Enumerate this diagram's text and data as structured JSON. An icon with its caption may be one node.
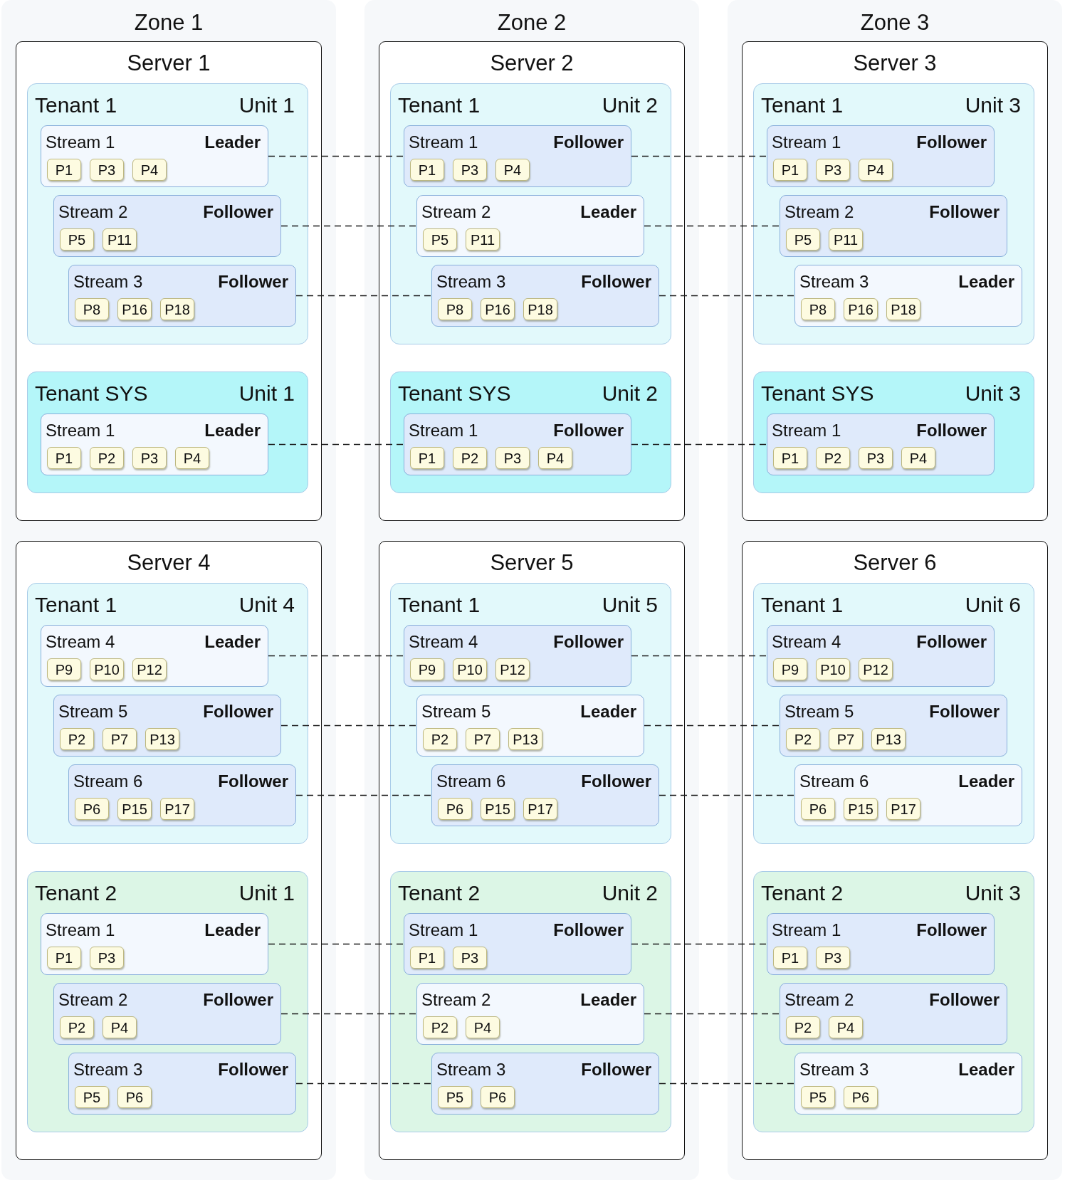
{
  "diagram": {
    "nodes": [
      {
        "text": [
          "Zone 1"
        ]
      },
      {
        "text": [
          "Server 1"
        ],
        "in": 0
      },
      {
        "text": [
          "Tenant 1",
          "Unit 1"
        ],
        "in": 1
      },
      {
        "text": [
          "Stream 1",
          "Leader"
        ],
        "in": 2
      },
      {
        "text": [
          "P1"
        ],
        "in": 3
      },
      {
        "text": [
          "P3"
        ],
        "in": 3
      },
      {
        "text": [
          "P4"
        ],
        "in": 3
      },
      {
        "text": [
          "Stream 2",
          "Follower"
        ],
        "in": 2
      },
      {
        "text": [
          "P5"
        ],
        "in": 7
      },
      {
        "text": [
          "P11"
        ],
        "in": 7
      },
      {
        "text": [
          "Stream 3",
          "Follower"
        ],
        "in": 2
      },
      {
        "text": [
          "P8"
        ],
        "in": 10
      },
      {
        "text": [
          "P16"
        ],
        "in": 10
      },
      {
        "text": [
          "P18"
        ],
        "in": 10
      },
      {
        "text": [
          "Tenant SYS",
          "Unit 1"
        ],
        "in": 1
      },
      {
        "text": [
          "Stream 1",
          "Leader"
        ],
        "in": 14
      },
      {
        "text": [
          "P1"
        ],
        "in": 15
      },
      {
        "text": [
          "P2"
        ],
        "in": 15
      },
      {
        "text": [
          "P3"
        ],
        "in": 15
      },
      {
        "text": [
          "P4"
        ],
        "in": 15
      },
      {
        "text": [
          "Server 4"
        ],
        "in": 0
      },
      {
        "text": [
          "Tenant 1",
          "Unit 4"
        ],
        "in": 20
      },
      {
        "text": [
          "Stream 4",
          "Leader"
        ],
        "in": 21
      },
      {
        "text": [
          "P9"
        ],
        "in": 22
      },
      {
        "text": [
          "P10"
        ],
        "in": 22
      },
      {
        "text": [
          "P12"
        ],
        "in": 22
      },
      {
        "text": [
          "Stream 5",
          "Follower"
        ],
        "in": 21
      },
      {
        "text": [
          "P2"
        ],
        "in": 26
      },
      {
        "text": [
          "P7"
        ],
        "in": 26
      },
      {
        "text": [
          "P13"
        ],
        "in": 26
      },
      {
        "text": [
          "Stream 6",
          "Follower"
        ],
        "in": 21
      },
      {
        "text": [
          "P6"
        ],
        "in": 30
      },
      {
        "text": [
          "P15"
        ],
        "in": 30
      },
      {
        "text": [
          "P17"
        ],
        "in": 30
      },
      {
        "text": [
          "Tenant 2",
          "Unit 1"
        ],
        "in": 20
      },
      {
        "text": [
          "Stream 1",
          "Leader"
        ],
        "in": 34
      },
      {
        "text": [
          "P1"
        ],
        "in": 35
      },
      {
        "text": [
          "P3"
        ],
        "in": 35
      },
      {
        "text": [
          "Stream 2",
          "Follower"
        ],
        "in": 34
      },
      {
        "text": [
          "P2"
        ],
        "in": 38
      },
      {
        "text": [
          "P4"
        ],
        "in": 38
      },
      {
        "text": [
          "Stream 3",
          "Follower"
        ],
        "in": 34
      },
      {
        "text": [
          "P5"
        ],
        "in": 41
      },
      {
        "text": [
          "P6"
        ],
        "in": 41
      },
      {
        "text": [
          "Zone 2"
        ]
      },
      {
        "text": [
          "Server 2"
        ],
        "in": 44
      },
      {
        "text": [
          "Tenant 1",
          "Unit 2"
        ],
        "in": 45
      },
      {
        "text": [
          "Stream 1",
          "Follower"
        ],
        "in": 46
      },
      {
        "text": [
          "P1"
        ],
        "in": 47
      },
      {
        "text": [
          "P3"
        ],
        "in": 47
      },
      {
        "text": [
          "P4"
        ],
        "in": 47
      },
      {
        "text": [
          "Stream 2",
          "Leader"
        ],
        "in": 46
      },
      {
        "text": [
          "P5"
        ],
        "in": 51
      },
      {
        "text": [
          "P11"
        ],
        "in": 51
      },
      {
        "text": [
          "Stream 3",
          "Follower"
        ],
        "in": 46
      },
      {
        "text": [
          "P8"
        ],
        "in": 54
      },
      {
        "text": [
          "P16"
        ],
        "in": 54
      },
      {
        "text": [
          "P18"
        ],
        "in": 54
      },
      {
        "text": [
          "Tenant SYS",
          "Unit 2"
        ],
        "in": 45
      },
      {
        "text": [
          "Stream 1",
          "Follower"
        ],
        "in": 58
      },
      {
        "text": [
          "P1"
        ],
        "in": 59
      },
      {
        "text": [
          "P2"
        ],
        "in": 59
      },
      {
        "text": [
          "P3"
        ],
        "in": 59
      },
      {
        "text": [
          "P4"
        ],
        "in": 59
      },
      {
        "text": [
          "Server 5"
        ],
        "in": 44
      },
      {
        "text": [
          "Tenant 1",
          "Unit 5"
        ],
        "in": 64
      },
      {
        "text": [
          "Stream 4",
          "Follower"
        ],
        "in": 65
      },
      {
        "text": [
          "P9"
        ],
        "in": 66
      },
      {
        "text": [
          "P10"
        ],
        "in": 66
      },
      {
        "text": [
          "P12"
        ],
        "in": 66
      },
      {
        "text": [
          "Stream 5",
          "Leader"
        ],
        "in": 65
      },
      {
        "text": [
          "P2"
        ],
        "in": 70
      },
      {
        "text": [
          "P7"
        ],
        "in": 70
      },
      {
        "text": [
          "P13"
        ],
        "in": 70
      },
      {
        "text": [
          "Stream 6",
          "Follower"
        ],
        "in": 65
      },
      {
        "text": [
          "P6"
        ],
        "in": 74
      },
      {
        "text": [
          "P15"
        ],
        "in": 74
      },
      {
        "text": [
          "P17"
        ],
        "in": 74
      },
      {
        "text": [
          "Tenant 2",
          "Unit 2"
        ],
        "in": 64
      },
      {
        "text": [
          "Stream 1",
          "Follower"
        ],
        "in": 78
      },
      {
        "text": [
          "P1"
        ],
        "in": 79
      },
      {
        "text": [
          "P3"
        ],
        "in": 79
      },
      {
        "text": [
          "Stream 2",
          "Leader"
        ],
        "in": 78
      },
      {
        "text": [
          "P2"
        ],
        "in": 82
      },
      {
        "text": [
          "P4"
        ],
        "in": 82
      },
      {
        "text": [
          "Stream 3",
          "Follower"
        ],
        "in": 78
      },
      {
        "text": [
          "P5"
        ],
        "in": 85
      },
      {
        "text": [
          "P6"
        ],
        "in": 85
      },
      {
        "text": [
          "Zone 3"
        ]
      },
      {
        "text": [
          "Server 3"
        ],
        "in": 88
      },
      {
        "text": [
          "Tenant 1",
          "Unit 3"
        ],
        "in": 89
      },
      {
        "text": [
          "Stream 1",
          "Follower"
        ],
        "in": 90
      },
      {
        "text": [
          "P1"
        ],
        "in": 91
      },
      {
        "text": [
          "P3"
        ],
        "in": 91
      },
      {
        "text": [
          "P4"
        ],
        "in": 91
      },
      {
        "text": [
          "Stream 2",
          "Follower"
        ],
        "in": 90
      },
      {
        "text": [
          "P5"
        ],
        "in": 95
      },
      {
        "text": [
          "P11"
        ],
        "in": 95
      },
      {
        "text": [
          "Stream 3",
          "Leader"
        ],
        "in": 90
      },
      {
        "text": [
          "P8"
        ],
        "in": 98
      },
      {
        "text": [
          "P16"
        ],
        "in": 98
      },
      {
        "text": [
          "P18"
        ],
        "in": 98
      },
      {
        "text": [
          "Tenant SYS",
          "Unit 3"
        ],
        "in": 89
      },
      {
        "text": [
          "Stream 1",
          "Follower"
        ],
        "in": 102
      },
      {
        "text": [
          "P1"
        ],
        "in": 103
      },
      {
        "text": [
          "P2"
        ],
        "in": 103
      },
      {
        "text": [
          "P3"
        ],
        "in": 103
      },
      {
        "text": [
          "P4"
        ],
        "in": 103
      },
      {
        "text": [
          "Server 6"
        ],
        "in": 88
      },
      {
        "text": [
          "Tenant 1",
          "Unit 6"
        ],
        "in": 108
      },
      {
        "text": [
          "Stream 4",
          "Follower"
        ],
        "in": 109
      },
      {
        "text": [
          "P9"
        ],
        "in": 110
      },
      {
        "text": [
          "P10"
        ],
        "in": 110
      },
      {
        "text": [
          "P12"
        ],
        "in": 110
      },
      {
        "text": [
          "Stream 5",
          "Follower"
        ],
        "in": 109
      },
      {
        "text": [
          "P2"
        ],
        "in": 114
      },
      {
        "text": [
          "P7"
        ],
        "in": 114
      },
      {
        "text": [
          "P13"
        ],
        "in": 114
      },
      {
        "text": [
          "Stream 6",
          "Leader"
        ],
        "in": 109
      },
      {
        "text": [
          "P6"
        ],
        "in": 118
      },
      {
        "text": [
          "P15"
        ],
        "in": 118
      },
      {
        "text": [
          "P17"
        ],
        "in": 118
      },
      {
        "text": [
          "Tenant 2",
          "Unit 3"
        ],
        "in": 108
      },
      {
        "text": [
          "Stream 1",
          "Follower"
        ],
        "in": 122
      },
      {
        "text": [
          "P1"
        ],
        "in": 123
      },
      {
        "text": [
          "P3"
        ],
        "in": 123
      },
      {
        "text": [
          "Stream 2",
          "Follower"
        ],
        "in": 122
      },
      {
        "text": [
          "P2"
        ],
        "in": 126
      },
      {
        "text": [
          "P4"
        ],
        "in": 126
      },
      {
        "text": [
          "Stream 3",
          "Leader"
        ],
        "in": 122
      },
      {
        "text": [
          "P5"
        ],
        "in": 129
      },
      {
        "text": [
          "P6"
        ],
        "in": 129
      }
    ],
    "edges": [
      {
        "from": 3,
        "to": 47,
        "arrow": "none",
        "style": "dashed"
      },
      {
        "from": 47,
        "to": 91,
        "arrow": "none",
        "style": "dashed"
      },
      {
        "from": 7,
        "to": 51,
        "arrow": "none",
        "style": "dashed"
      },
      {
        "from": 51,
        "to": 95,
        "arrow": "none",
        "style": "dashed"
      },
      {
        "from": 10,
        "to": 54,
        "arrow": "none",
        "style": "dashed"
      },
      {
        "from": 54,
        "to": 98,
        "arrow": "none",
        "style": "dashed"
      },
      {
        "from": 15,
        "to": 59,
        "arrow": "none",
        "style": "dashed"
      },
      {
        "from": 59,
        "to": 103,
        "arrow": "none",
        "style": "dashed"
      },
      {
        "from": 22,
        "to": 66,
        "arrow": "none",
        "style": "dashed"
      },
      {
        "from": 66,
        "to": 110,
        "arrow": "none",
        "style": "dashed"
      },
      {
        "from": 26,
        "to": 70,
        "arrow": "none",
        "style": "dashed"
      },
      {
        "from": 70,
        "to": 114,
        "arrow": "none",
        "style": "dashed"
      },
      {
        "from": 30,
        "to": 74,
        "arrow": "none",
        "style": "dashed"
      },
      {
        "from": 74,
        "to": 118,
        "arrow": "none",
        "style": "dashed"
      },
      {
        "from": 35,
        "to": 79,
        "arrow": "none",
        "style": "dashed"
      },
      {
        "from": 79,
        "to": 123,
        "arrow": "none",
        "style": "dashed"
      },
      {
        "from": 38,
        "to": 82,
        "arrow": "none",
        "style": "dashed"
      },
      {
        "from": 82,
        "to": 126,
        "arrow": "none",
        "style": "dashed"
      },
      {
        "from": 41,
        "to": 85,
        "arrow": "none",
        "style": "dashed"
      },
      {
        "from": 85,
        "to": 129,
        "arrow": "none",
        "style": "dashed"
      }
    ]
  }
}
